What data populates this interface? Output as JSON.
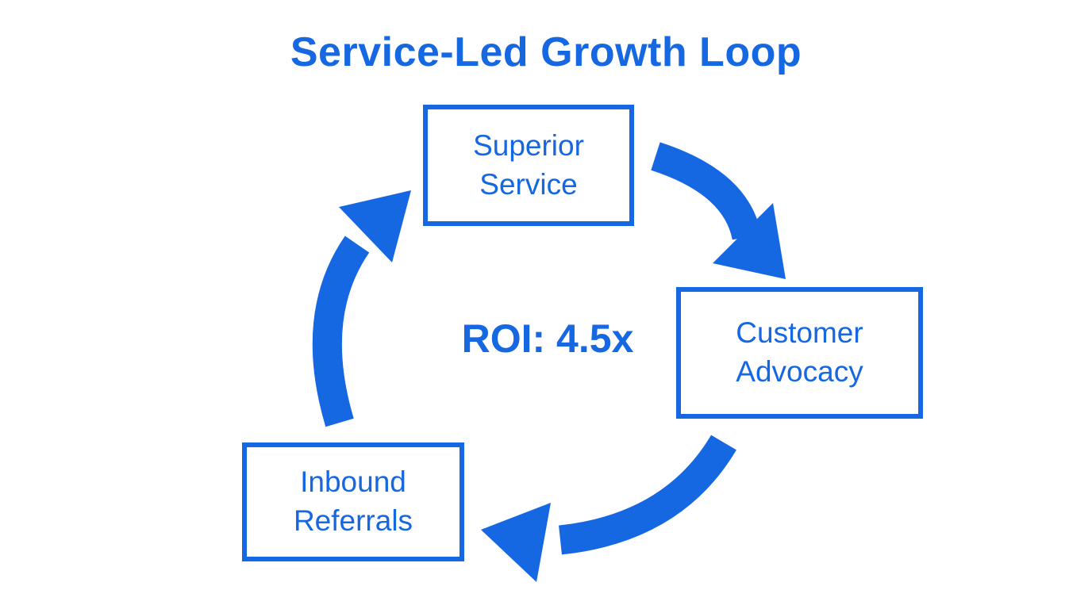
{
  "title": "Service-Led Growth Loop",
  "diagram": {
    "type": "cycle",
    "nodes": [
      {
        "id": "superior-service",
        "label": "Superior Service"
      },
      {
        "id": "customer-advocacy",
        "label": "Customer Advocacy"
      },
      {
        "id": "inbound-referrals",
        "label": "Inbound Referrals"
      }
    ],
    "edges": [
      {
        "from": "Superior Service",
        "to": "Customer Advocacy"
      },
      {
        "from": "Customer Advocacy",
        "to": "Inbound Referrals"
      },
      {
        "from": "Inbound Referrals",
        "to": "Superior Service"
      }
    ],
    "center_metric": "ROI: 4.5x"
  },
  "colors": {
    "accent": "#1667E2",
    "background": "#FFFFFF"
  }
}
